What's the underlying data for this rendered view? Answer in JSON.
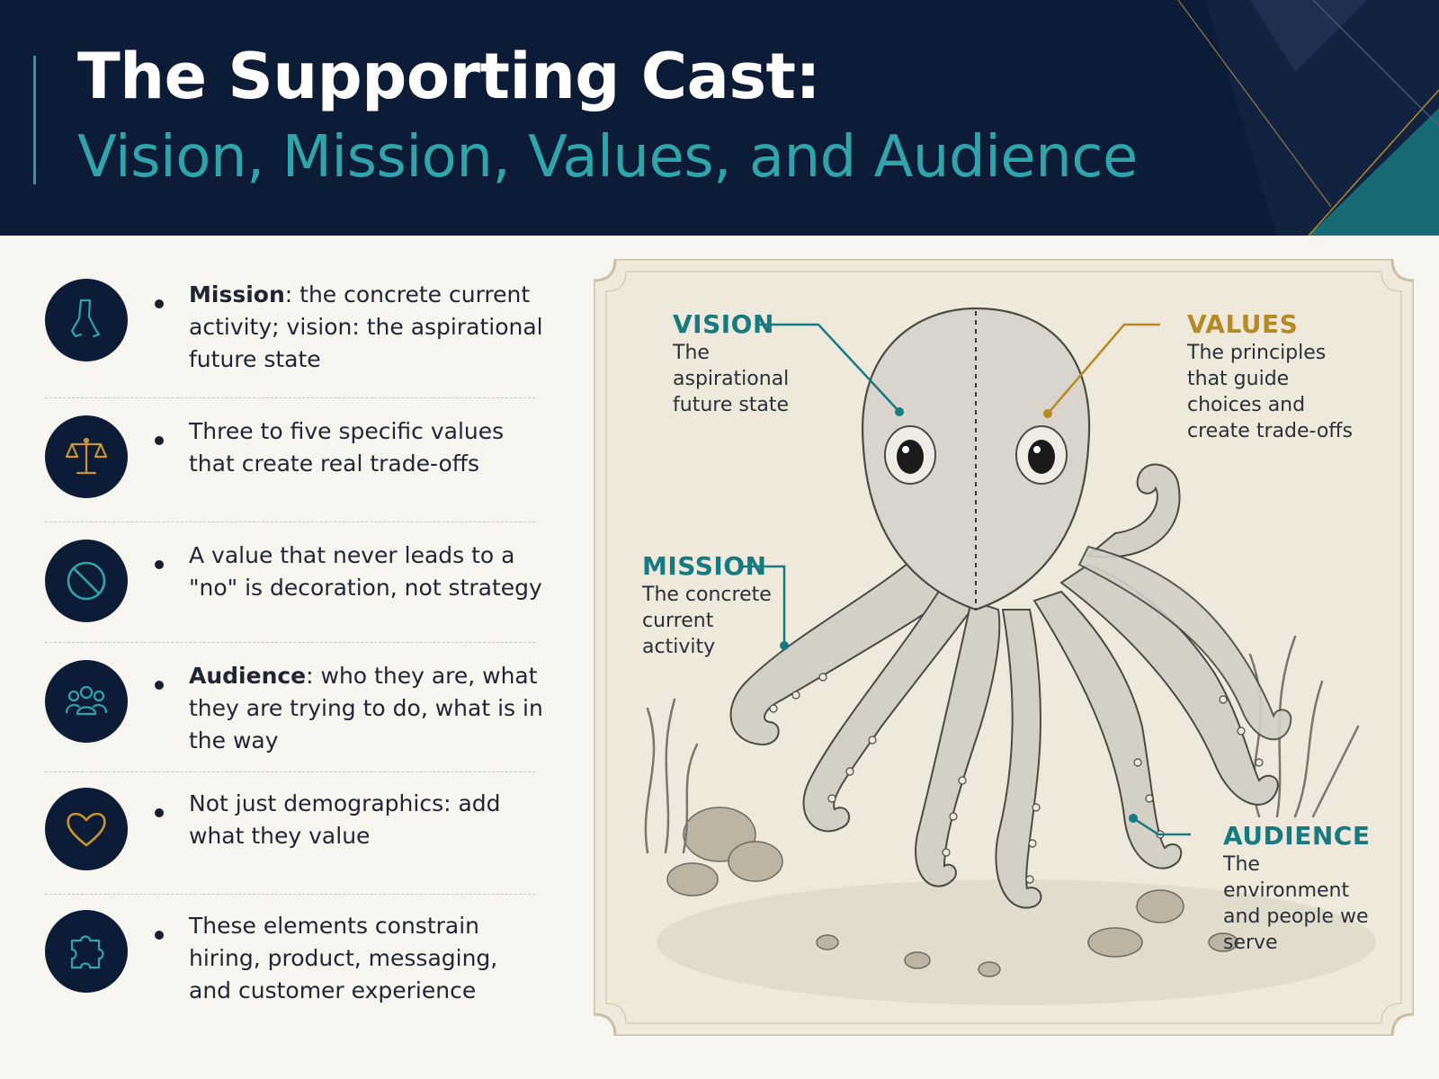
{
  "header": {
    "title": "The Supporting Cast:",
    "subtitle": "Vision, Mission, Values, and Audience"
  },
  "colors": {
    "navy": "#0d1c36",
    "teal": "#177a80",
    "gold": "#b58a24",
    "paper": "#efe9dc",
    "background": "#f7f5ef"
  },
  "items": [
    {
      "icon": "walking-legs-icon",
      "bold": "Mission",
      "text": ": the concrete current activity; vision: the aspirational future state"
    },
    {
      "icon": "balance-scale-icon",
      "bold": "",
      "text": "Three to five specific values that create real trade-offs"
    },
    {
      "icon": "no-sign-icon",
      "bold": "",
      "text": "A value that never leads to a \"no\" is decoration, not strategy"
    },
    {
      "icon": "people-group-icon",
      "bold": "Audience",
      "text": ": who they are, what they are trying to do, what is in the way"
    },
    {
      "icon": "heart-icon",
      "bold": "",
      "text": "Not just demographics: add what they value"
    },
    {
      "icon": "puzzle-piece-icon",
      "bold": "",
      "text": "These elements constrain hiring, product, messaging, and customer experience"
    }
  ],
  "diagram": {
    "illustration": "octopus-illustration",
    "labels": {
      "vision": {
        "title": "VISION",
        "desc": "The aspirational future state"
      },
      "values": {
        "title": "VALUES",
        "desc": "The principles that guide choices and create trade-offs"
      },
      "mission": {
        "title": "MISSION",
        "desc": "The concrete current activity"
      },
      "audience": {
        "title": "AUDIENCE",
        "desc": "The environment and people we serve"
      }
    }
  }
}
